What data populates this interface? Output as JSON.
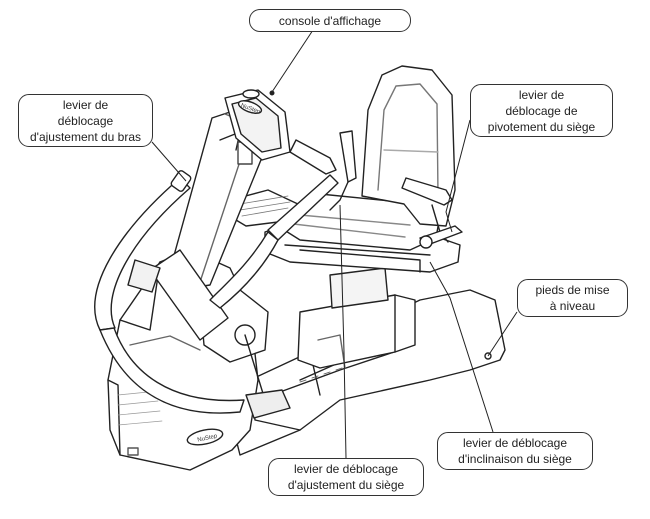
{
  "callouts": {
    "console": {
      "lines": [
        "console d'affichage"
      ]
    },
    "arm_release": {
      "lines": [
        "levier de",
        "déblocage",
        "d'ajustement du bras"
      ]
    },
    "seat_swivel": {
      "lines": [
        "levier de",
        "déblocage de",
        "pivotement du siège"
      ]
    },
    "leveling_feet": {
      "lines": [
        "pieds de mise",
        "à niveau"
      ]
    },
    "seat_adjust": {
      "lines": [
        "levier de déblocage",
        "d'ajustement du siège"
      ]
    },
    "seat_recline": {
      "lines": [
        "levier de déblocage",
        "d'inclinaison du siège"
      ]
    }
  },
  "colors": {
    "stroke": "#222222",
    "fill": "#ffffff",
    "shade": "#e9e9e9",
    "dark": "#555555"
  }
}
